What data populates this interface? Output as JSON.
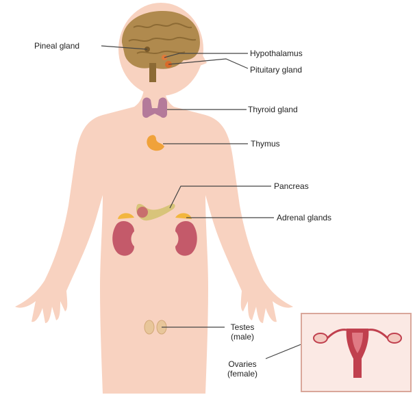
{
  "labels": {
    "pineal": "Pineal gland",
    "hypothalamus": "Hypothalamus",
    "pituitary": "Pituitary gland",
    "thyroid": "Thyroid gland",
    "thymus": "Thymus",
    "pancreas": "Pancreas",
    "adrenal": "Adrenal glands",
    "testes_line1": "Testes",
    "testes_line2": "(male)",
    "ovaries_line1": "Ovaries",
    "ovaries_line2": "(female)"
  },
  "colors": {
    "skin": "#f8d2c0",
    "brain": "#b08a4e",
    "brain_dark": "#8c6a34",
    "thyroid": "#b47a9a",
    "thymus": "#f0a23a",
    "kidney": "#c45a6a",
    "adrenal": "#f2b63e",
    "pancreas": "#d8c47a",
    "pituitary": "#d96a2a",
    "uterus": "#c0404e",
    "leader": "#444444",
    "inset_border": "#d9a79a",
    "inset_bg": "#fbe9e4"
  }
}
